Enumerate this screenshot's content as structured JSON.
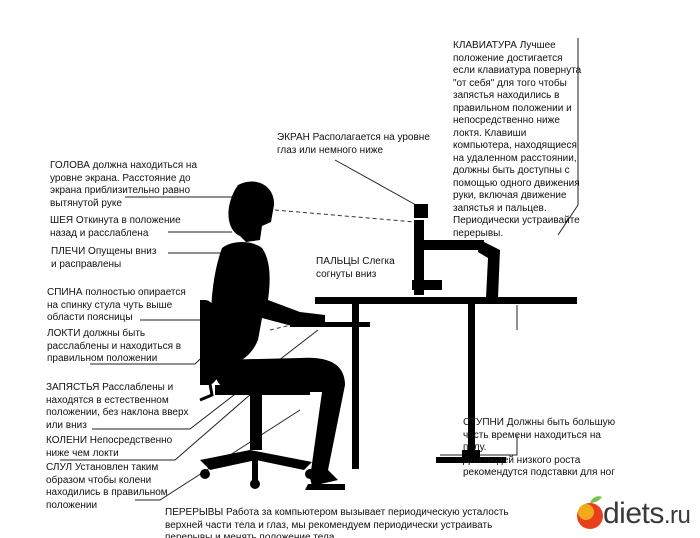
{
  "labels": {
    "head": "ГОЛОВА должна находиться на\nуровне экрана. Расстояние до\nэкрана приблизительно равно\nвытянутой руке",
    "neck": "ШЕЯ   Откинута в положение\nназад и расслаблена",
    "shoulders": "ПЛЕЧИ Опущены вниз\nи расправлены",
    "back": "СПИНА полностью опирается\nна спинку стула  чуть выше\nобласти поясницы",
    "elbows": "ЛОКТИ должны быть\nрасслаблены и находиться в\nправильном положении",
    "wrists": "ЗАПЯСТЬЯ Расслаблены и\nнаходятся в естественном\nположении, без наклона вверх\nили вниз",
    "knees": "КОЛЕНИ Непосредственно\nниже чем локти",
    "chair": "СЛУЛ Установлен таким\nобразом чтобы колени\nнаходились в правильном\nположении",
    "breaks": "ПЕРЕРЫВЫ Работа за компьютером вызывает периодическую усталость\nверхней части тела и глаз, мы рекомендуем периодически устраивать\nперерывы и менять положение тела",
    "screen": "ЭКРАН Располагается на уровне\nглаз или немного ниже",
    "fingers": "ПАЛЬЦЫ Слегка\nсогнуты вниз",
    "keyboard": "КЛАВИАТУРА Лучшее\nположение достигается\nесли клавиатура повернута\n\"от себя\" для того чтобы\nзапястья находились в\nправильном положении и\nнепосредственно ниже\nлоктя.  Клавиши\nкомпьютера, находящиеся\nна удаленном расстоянии,\nдолжны быть доступны с\nпомощью одного движения\nруки, включая движение\nзапястья и пальцев.\nПериодически устраивайте\nперерывы.",
    "feet": "СТУПНИ  Должны  быть  большую\nчасть времени находиться  на полу.\nДля     людей     низкого     роста\nрекомендутся подставки для ног"
  },
  "logo": {
    "name": "diets",
    "tld": ".ru"
  },
  "colors": {
    "ink": "#000000",
    "apple_red": "#e8401c",
    "apple_yellow": "#f6c21a",
    "leaf": "#7cc242",
    "logo_text": "#3a3a3a"
  }
}
